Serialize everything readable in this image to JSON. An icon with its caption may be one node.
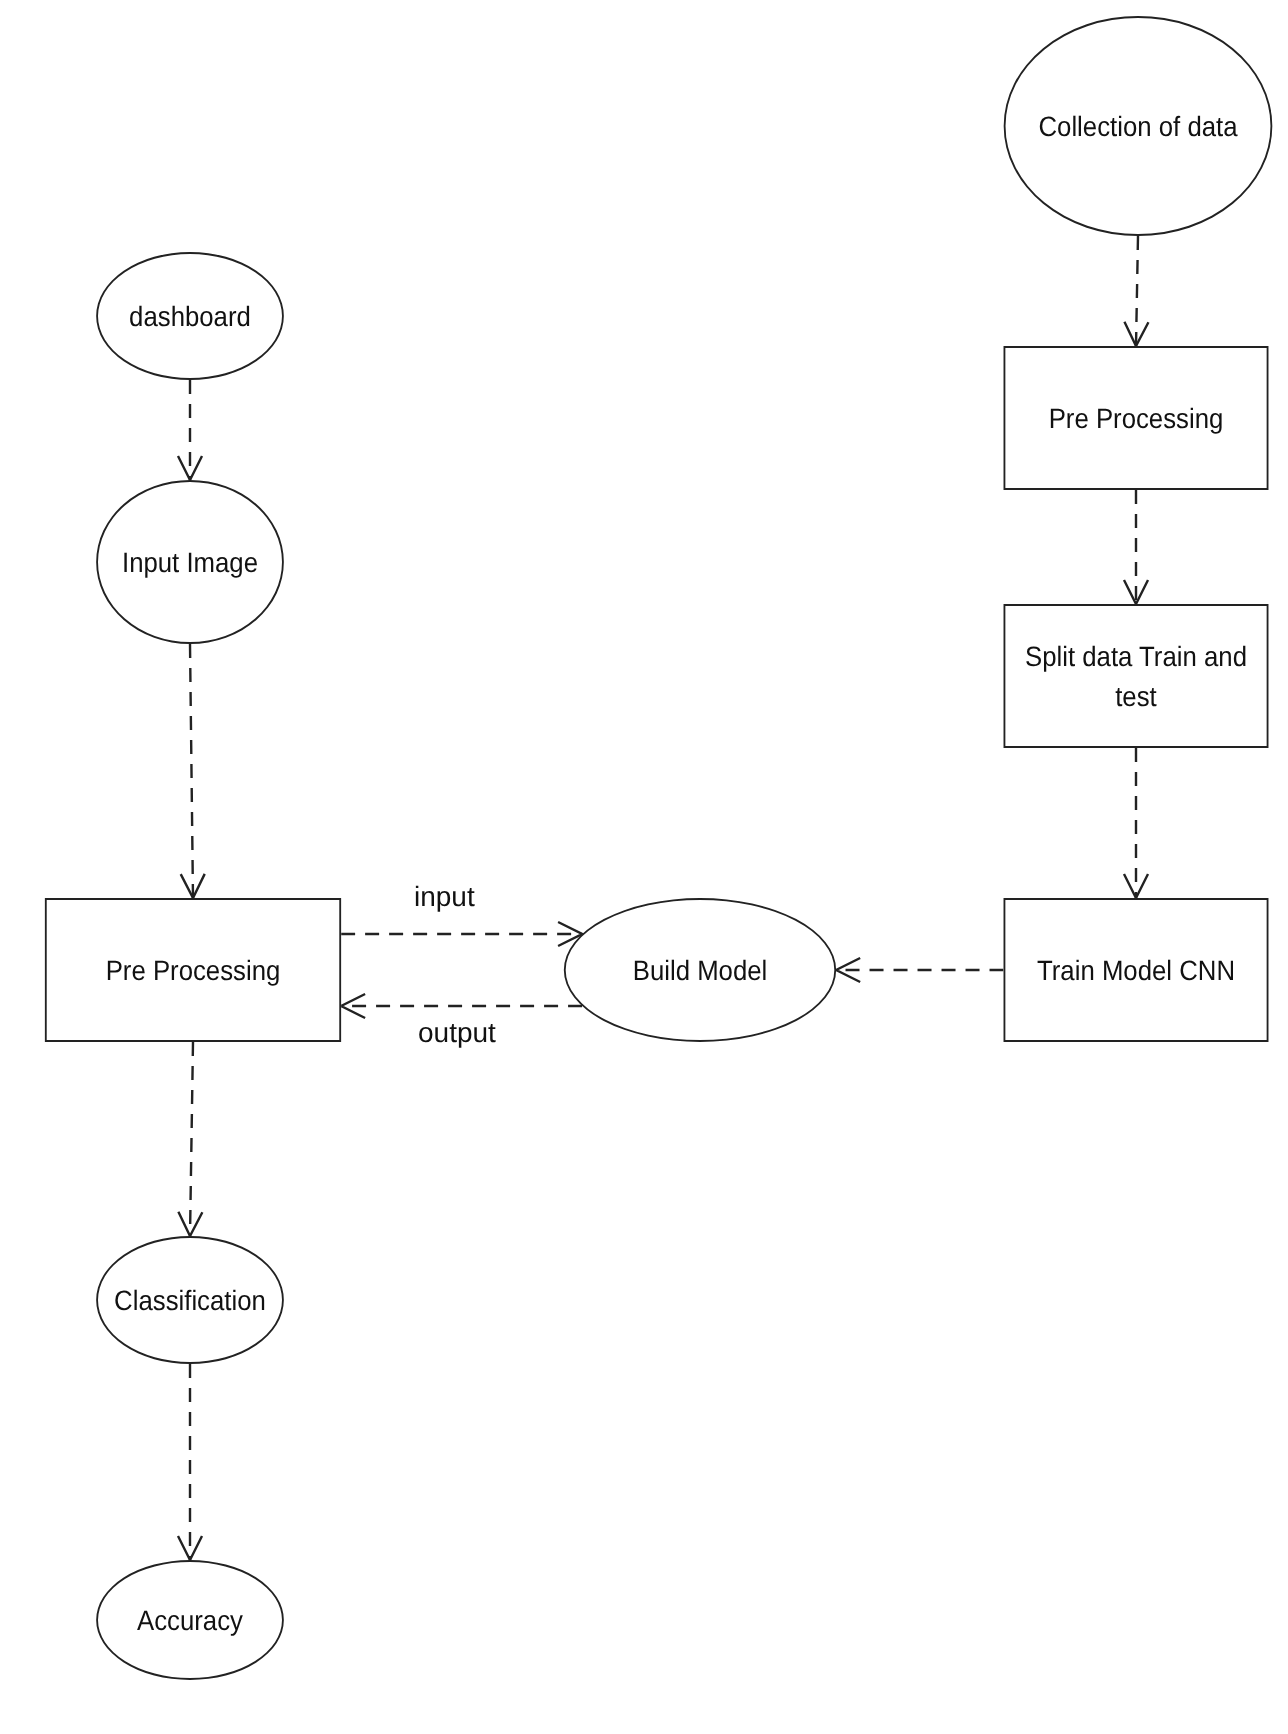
{
  "diagram": {
    "nodes": [
      {
        "text": [
          "dashboard"
        ]
      },
      {
        "text": [
          "Input Image"
        ]
      },
      {
        "text": [
          "Pre Processing"
        ]
      },
      {
        "text": [
          "Classification"
        ]
      },
      {
        "text": [
          "Accuracy"
        ]
      },
      {
        "text": [
          "Collection of data"
        ]
      },
      {
        "text": [
          "Pre Processing"
        ]
      },
      {
        "text": [
          "Split data Train and test"
        ]
      },
      {
        "text": [
          "Train Model CNN"
        ]
      },
      {
        "text": [
          "Build Model"
        ]
      }
    ],
    "edges": [
      {
        "from": 0,
        "to": 1,
        "arrow": "to"
      },
      {
        "from": 1,
        "to": 2,
        "arrow": "to"
      },
      {
        "from": 2,
        "to": 3,
        "arrow": "to"
      },
      {
        "from": 3,
        "to": 4,
        "arrow": "to"
      },
      {
        "from": 5,
        "to": 6,
        "arrow": "to"
      },
      {
        "from": 6,
        "to": 7,
        "arrow": "to"
      },
      {
        "from": 7,
        "to": 8,
        "arrow": "to"
      },
      {
        "from": 8,
        "to": 9,
        "arrow": "to"
      },
      {
        "from": 2,
        "to": 9,
        "label": "input",
        "arrow": "to"
      },
      {
        "from": 9,
        "to": 2,
        "label": "output",
        "arrow": "to"
      }
    ]
  }
}
